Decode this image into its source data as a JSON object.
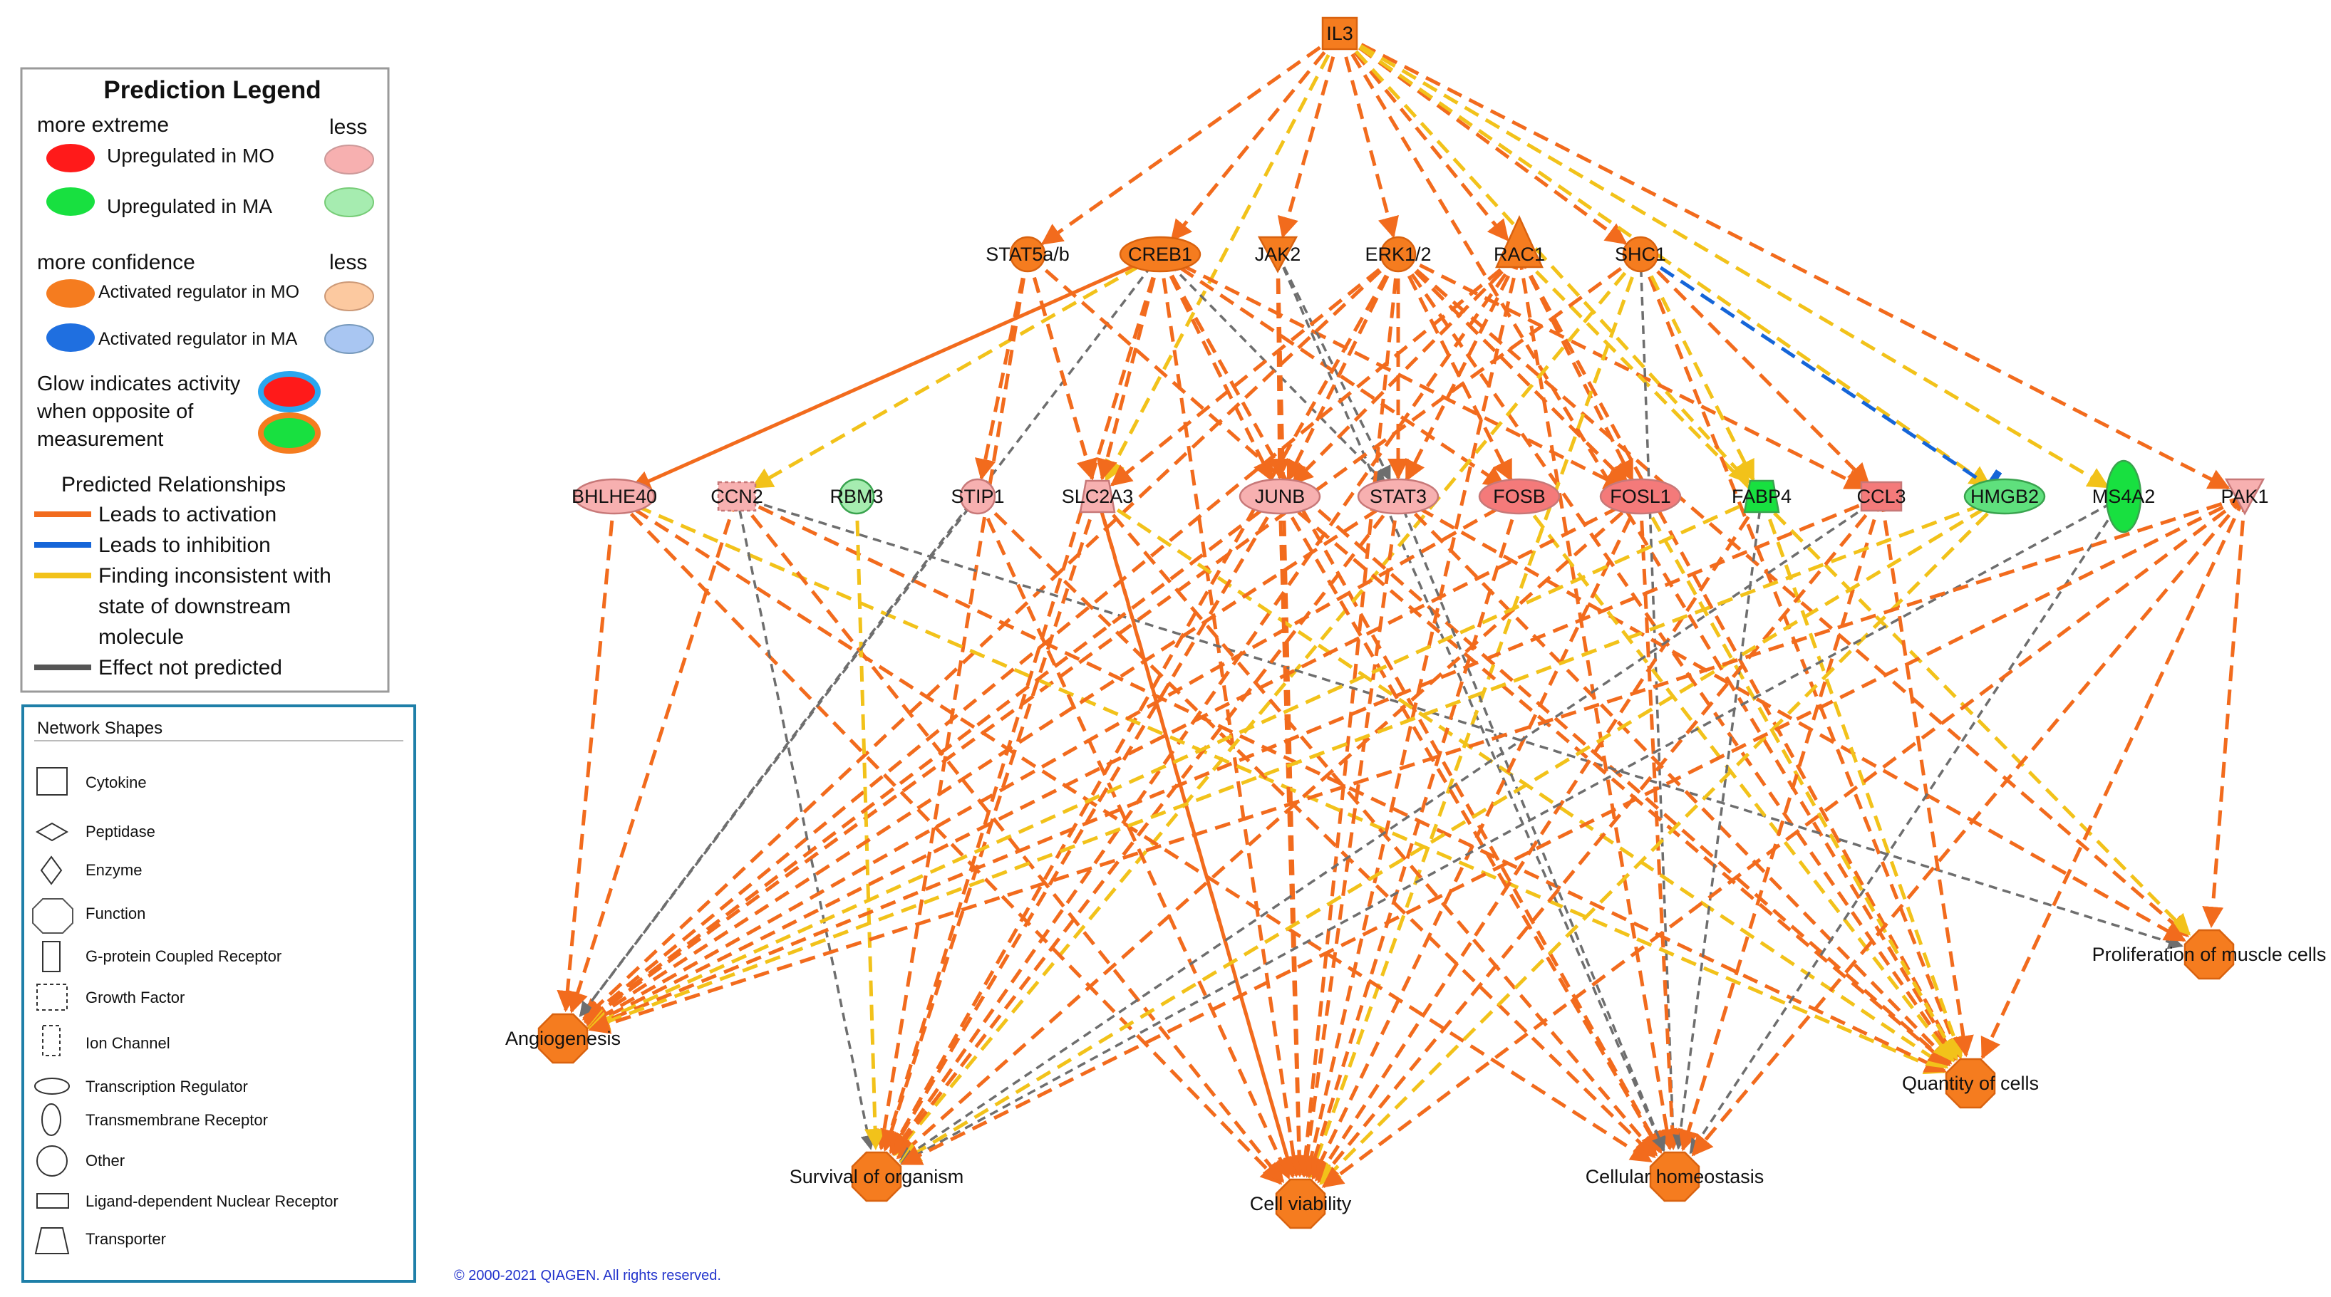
{
  "colors": {
    "activation": "#f26b1d",
    "inhibition": "#1565d8",
    "inconsistent": "#f2c21a",
    "not_predicted": "#6e6e6e",
    "activated_mo_strong": "#f57c1f",
    "activated_mo_weak": "#fcc9a0",
    "activated_ma_strong": "#1f6fe0",
    "activated_ma_weak": "#a9c6f2",
    "up_mo_strong": "#ff1a1a",
    "up_mo_weak": "#f7b0b0",
    "up_ma_strong": "#18e040",
    "up_ma_weak": "#a6ecb0"
  },
  "legend": {
    "title": "Prediction Legend",
    "more_extreme": "more extreme",
    "less_1": "less",
    "upregulated_mo": "Upregulated in MO",
    "upregulated_ma": "Upregulated in MA",
    "more_confidence": "more confidence",
    "less_2": "less",
    "activated_mo": "Activated regulator in MO",
    "activated_ma": "Activated regulator in MA",
    "glow_line1": "Glow indicates activity",
    "glow_line2": "when opposite of",
    "glow_line3": "measurement",
    "relationships_title": "Predicted Relationships",
    "rel_activation": "Leads to activation",
    "rel_inhibition": "Leads to inhibition",
    "rel_inconsistent_1": "Finding inconsistent with",
    "rel_inconsistent_2": "state of downstream",
    "rel_inconsistent_3": "molecule",
    "rel_not_predicted": "Effect not predicted"
  },
  "shapes_legend": {
    "title": "Network Shapes",
    "items": [
      {
        "label": "Cytokine",
        "icon": "square-icon"
      },
      {
        "label": "Peptidase",
        "icon": "rhombus-wide-icon"
      },
      {
        "label": "Enzyme",
        "icon": "diamond-icon"
      },
      {
        "label": "Function",
        "icon": "octagon-icon"
      },
      {
        "label": "G-protein Coupled Receptor",
        "icon": "tall-rect-icon"
      },
      {
        "label": "Growth Factor",
        "icon": "dashed-square-icon"
      },
      {
        "label": "Ion Channel",
        "icon": "dashed-tall-rect-icon"
      },
      {
        "label": "Transcription Regulator",
        "icon": "ellipse-wide-icon"
      },
      {
        "label": "Transmembrane Receptor",
        "icon": "ellipse-tall-icon"
      },
      {
        "label": "Other",
        "icon": "circle-icon"
      },
      {
        "label": "Ligand-dependent Nuclear Receptor",
        "icon": "flat-rect-icon"
      },
      {
        "label": "Transporter",
        "icon": "trapezoid-icon"
      }
    ]
  },
  "copyright": "© 2000-2021 QIAGEN. All rights reserved.",
  "network": {
    "nodes": [
      {
        "id": "IL3",
        "label": "IL3",
        "shape": "cytokine",
        "status": "activated_mo_strong",
        "layer": "root"
      },
      {
        "id": "STAT5",
        "label": "STAT5a/b",
        "shape": "circle",
        "status": "activated_mo_strong",
        "layer": "regulator"
      },
      {
        "id": "CREB1",
        "label": "CREB1",
        "shape": "ellipse",
        "status": "activated_mo_strong",
        "layer": "regulator"
      },
      {
        "id": "JAK2",
        "label": "JAK2",
        "shape": "triangle-down",
        "status": "activated_mo_strong",
        "layer": "regulator"
      },
      {
        "id": "ERK",
        "label": "ERK1/2",
        "shape": "circle",
        "status": "activated_mo_strong",
        "layer": "regulator"
      },
      {
        "id": "RAC1",
        "label": "RAC1",
        "shape": "triangle-up",
        "status": "activated_mo_strong",
        "layer": "regulator"
      },
      {
        "id": "SHC1",
        "label": "SHC1",
        "shape": "circle",
        "status": "activated_mo_strong",
        "layer": "regulator"
      },
      {
        "id": "BHLHE40",
        "label": "BHLHE40",
        "shape": "ellipse",
        "status": "up_mo_weak",
        "layer": "molecule"
      },
      {
        "id": "CCN2",
        "label": "CCN2",
        "shape": "dashed-square",
        "status": "up_mo_weak",
        "layer": "molecule"
      },
      {
        "id": "RBM3",
        "label": "RBM3",
        "shape": "circle",
        "status": "up_ma_weak",
        "layer": "molecule"
      },
      {
        "id": "STIP1",
        "label": "STIP1",
        "shape": "circle",
        "status": "up_mo_weak",
        "layer": "molecule"
      },
      {
        "id": "SLC2A3",
        "label": "SLC2A3",
        "shape": "trapezoid",
        "status": "up_mo_weak",
        "layer": "molecule"
      },
      {
        "id": "JUNB",
        "label": "JUNB",
        "shape": "ellipse",
        "status": "up_mo_weak",
        "layer": "molecule"
      },
      {
        "id": "STAT3",
        "label": "STAT3",
        "shape": "ellipse",
        "status": "up_mo_weak",
        "layer": "molecule"
      },
      {
        "id": "FOSB",
        "label": "FOSB",
        "shape": "ellipse",
        "status": "up_mo_mid",
        "layer": "molecule"
      },
      {
        "id": "FOSL1",
        "label": "FOSL1",
        "shape": "ellipse",
        "status": "up_mo_mid",
        "layer": "molecule"
      },
      {
        "id": "FABP4",
        "label": "FABP4",
        "shape": "trapezoid",
        "status": "up_ma_strong",
        "layer": "molecule"
      },
      {
        "id": "CCL3",
        "label": "CCL3",
        "shape": "square",
        "status": "up_mo_mid",
        "layer": "molecule"
      },
      {
        "id": "HMGB2",
        "label": "HMGB2",
        "shape": "ellipse",
        "status": "up_ma_mid",
        "layer": "molecule"
      },
      {
        "id": "MS4A2",
        "label": "MS4A2",
        "shape": "ellipse-tall",
        "status": "up_ma_strong",
        "layer": "molecule"
      },
      {
        "id": "PAK1",
        "label": "PAK1",
        "shape": "triangle-down",
        "status": "up_mo_weak",
        "layer": "molecule"
      },
      {
        "id": "Angiogenesis",
        "label": "Angiogenesis",
        "shape": "octagon",
        "status": "activated_mo_strong",
        "layer": "function"
      },
      {
        "id": "Survival",
        "label": "Survival of organism",
        "shape": "octagon",
        "status": "activated_mo_strong",
        "layer": "function"
      },
      {
        "id": "Viability",
        "label": "Cell viability",
        "shape": "octagon",
        "status": "activated_mo_strong",
        "layer": "function"
      },
      {
        "id": "Homeostasis",
        "label": "Cellular homeostasis",
        "shape": "octagon",
        "status": "activated_mo_strong",
        "layer": "function"
      },
      {
        "id": "Quantity",
        "label": "Quantity of cells",
        "shape": "octagon",
        "status": "activated_mo_strong",
        "layer": "function"
      },
      {
        "id": "Proliferation",
        "label": "Proliferation of muscle cells",
        "shape": "octagon",
        "status": "activated_mo_strong",
        "layer": "function"
      }
    ],
    "edges": [
      [
        "IL3",
        "STAT5",
        "activation"
      ],
      [
        "IL3",
        "CREB1",
        "activation"
      ],
      [
        "IL3",
        "JAK2",
        "activation"
      ],
      [
        "IL3",
        "ERK",
        "activation"
      ],
      [
        "IL3",
        "RAC1",
        "activation"
      ],
      [
        "IL3",
        "SHC1",
        "activation"
      ],
      [
        "IL3",
        "PAK1",
        "activation"
      ],
      [
        "IL3",
        "MS4A2",
        "inconsistent"
      ],
      [
        "IL3",
        "HMGB2",
        "inconsistent"
      ],
      [
        "IL3",
        "SLC2A3",
        "inconsistent"
      ],
      [
        "IL3",
        "FABP4",
        "inconsistent"
      ],
      [
        "IL3",
        "Quantity",
        "activation"
      ],
      [
        "CREB1",
        "BHLHE40",
        "activation-solid"
      ],
      [
        "CREB1",
        "SLC2A3",
        "activation"
      ],
      [
        "CREB1",
        "JUNB",
        "activation"
      ],
      [
        "CREB1",
        "FOSB",
        "activation"
      ],
      [
        "CREB1",
        "FOSL1",
        "activation"
      ],
      [
        "CREB1",
        "STAT3",
        "not_predicted"
      ],
      [
        "CREB1",
        "Viability",
        "activation"
      ],
      [
        "CREB1",
        "Survival",
        "activation"
      ],
      [
        "CREB1",
        "Homeostasis",
        "activation"
      ],
      [
        "CREB1",
        "Angiogenesis",
        "not_predicted"
      ],
      [
        "CREB1",
        "CCN2",
        "inconsistent"
      ],
      [
        "STAT5",
        "STIP1",
        "activation"
      ],
      [
        "STAT5",
        "SLC2A3",
        "activation"
      ],
      [
        "STAT5",
        "Survival",
        "activation"
      ],
      [
        "STAT5",
        "Viability",
        "activation"
      ],
      [
        "STAT5",
        "Quantity",
        "activation"
      ],
      [
        "JAK2",
        "JUNB",
        "activation"
      ],
      [
        "JAK2",
        "STAT3",
        "not_predicted"
      ],
      [
        "JAK2",
        "Viability",
        "activation"
      ],
      [
        "JAK2",
        "Homeostasis",
        "not_predicted"
      ],
      [
        "ERK",
        "JUNB",
        "activation"
      ],
      [
        "ERK",
        "FOSB",
        "activation"
      ],
      [
        "ERK",
        "FOSL1",
        "activation"
      ],
      [
        "ERK",
        "STAT3",
        "activation"
      ],
      [
        "ERK",
        "SLC2A3",
        "activation"
      ],
      [
        "ERK",
        "Viability",
        "activation"
      ],
      [
        "ERK",
        "Survival",
        "activation"
      ],
      [
        "ERK",
        "Angiogenesis",
        "activation"
      ],
      [
        "ERK",
        "Proliferation",
        "activation"
      ],
      [
        "ERK",
        "Quantity",
        "activation"
      ],
      [
        "ERK",
        "CCL3",
        "activation"
      ],
      [
        "RAC1",
        "FOSL1",
        "activation"
      ],
      [
        "RAC1",
        "Homeostasis",
        "activation"
      ],
      [
        "RAC1",
        "Viability",
        "activation"
      ],
      [
        "RAC1",
        "Survival",
        "activation"
      ],
      [
        "RAC1",
        "Quantity",
        "activation"
      ],
      [
        "RAC1",
        "Angiogenesis",
        "activation"
      ],
      [
        "RAC1",
        "JUNB",
        "activation"
      ],
      [
        "RAC1",
        "STAT3",
        "activation"
      ],
      [
        "RAC1",
        "Proliferation",
        "inconsistent"
      ],
      [
        "SHC1",
        "HMGB2",
        "inhibition"
      ],
      [
        "SHC1",
        "CCL3",
        "activation"
      ],
      [
        "SHC1",
        "Homeostasis",
        "not_predicted"
      ],
      [
        "SHC1",
        "Survival",
        "inconsistent"
      ],
      [
        "SHC1",
        "Viability",
        "inconsistent"
      ],
      [
        "SHC1",
        "Angiogenesis",
        "activation"
      ],
      [
        "SHC1",
        "Quantity",
        "activation"
      ],
      [
        "SHC1",
        "FABP4",
        "inconsistent"
      ],
      [
        "BHLHE40",
        "Angiogenesis",
        "activation"
      ],
      [
        "BHLHE40",
        "Viability",
        "activation"
      ],
      [
        "BHLHE40",
        "Quantity",
        "inconsistent"
      ],
      [
        "BHLHE40",
        "Homeostasis",
        "activation"
      ],
      [
        "CCN2",
        "Angiogenesis",
        "activation"
      ],
      [
        "CCN2",
        "Survival",
        "not_predicted"
      ],
      [
        "CCN2",
        "Proliferation",
        "not_predicted"
      ],
      [
        "CCN2",
        "Viability",
        "activation"
      ],
      [
        "CCN2",
        "Quantity",
        "activation"
      ],
      [
        "RBM3",
        "Survival",
        "inconsistent"
      ],
      [
        "STIP1",
        "Angiogenesis",
        "not_predicted"
      ],
      [
        "STIP1",
        "Viability",
        "activation"
      ],
      [
        "STIP1",
        "Homeostasis",
        "activation"
      ],
      [
        "SLC2A3",
        "Homeostasis",
        "activation"
      ],
      [
        "SLC2A3",
        "Survival",
        "activation"
      ],
      [
        "SLC2A3",
        "Quantity",
        "inconsistent"
      ],
      [
        "SLC2A3",
        "Viability",
        "activation"
      ],
      [
        "JUNB",
        "Angiogenesis",
        "activation"
      ],
      [
        "JUNB",
        "Survival",
        "activation"
      ],
      [
        "JUNB",
        "Viability",
        "activation"
      ],
      [
        "JUNB",
        "Quantity",
        "activation"
      ],
      [
        "JUNB",
        "Homeostasis",
        "activation"
      ],
      [
        "STAT3",
        "Angiogenesis",
        "activation"
      ],
      [
        "STAT3",
        "Survival",
        "activation"
      ],
      [
        "STAT3",
        "Viability",
        "activation"
      ],
      [
        "STAT3",
        "Homeostasis",
        "not_predicted"
      ],
      [
        "STAT3",
        "Quantity",
        "activation"
      ],
      [
        "STAT3",
        "Proliferation",
        "activation"
      ],
      [
        "FOSB",
        "Viability",
        "activation"
      ],
      [
        "FOSB",
        "Quantity",
        "inconsistent"
      ],
      [
        "FOSB",
        "Angiogenesis",
        "activation"
      ],
      [
        "FOSL1",
        "Angiogenesis",
        "activation"
      ],
      [
        "FOSL1",
        "Survival",
        "activation"
      ],
      [
        "FOSL1",
        "Viability",
        "activation"
      ],
      [
        "FOSL1",
        "Homeostasis",
        "activation"
      ],
      [
        "FOSL1",
        "Quantity",
        "inconsistent"
      ],
      [
        "FABP4",
        "Angiogenesis",
        "inconsistent"
      ],
      [
        "FABP4",
        "Homeostasis",
        "not_predicted"
      ],
      [
        "FABP4",
        "Quantity",
        "inconsistent"
      ],
      [
        "FABP4",
        "Viability",
        "activation"
      ],
      [
        "CCL3",
        "Survival",
        "not_predicted"
      ],
      [
        "CCL3",
        "Viability",
        "activation"
      ],
      [
        "CCL3",
        "Homeostasis",
        "activation"
      ],
      [
        "CCL3",
        "Quantity",
        "activation"
      ],
      [
        "CCL3",
        "Angiogenesis",
        "activation"
      ],
      [
        "HMGB2",
        "Angiogenesis",
        "inconsistent"
      ],
      [
        "HMGB2",
        "Viability",
        "inconsistent"
      ],
      [
        "HMGB2",
        "Survival",
        "inconsistent"
      ],
      [
        "MS4A2",
        "Homeostasis",
        "not_predicted"
      ],
      [
        "MS4A2",
        "Survival",
        "not_predicted"
      ],
      [
        "PAK1",
        "Angiogenesis",
        "activation"
      ],
      [
        "PAK1",
        "Survival",
        "activation"
      ],
      [
        "PAK1",
        "Viability",
        "activation"
      ],
      [
        "PAK1",
        "Homeostasis",
        "activation"
      ],
      [
        "PAK1",
        "Quantity",
        "activation"
      ],
      [
        "PAK1",
        "Proliferation",
        "activation"
      ]
    ]
  }
}
